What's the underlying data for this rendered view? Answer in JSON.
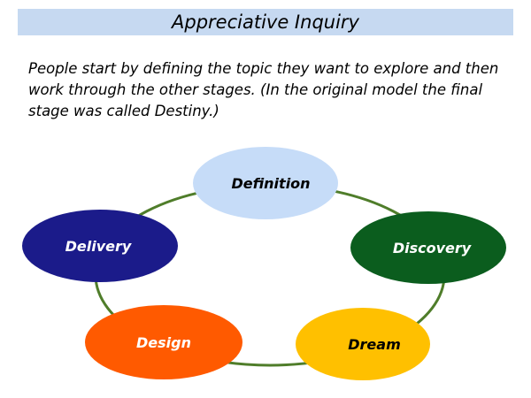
{
  "title": "Appreciative Inquiry",
  "intro_lines": [
    "People start by defining the topic they want to explore and then",
    "work through the other stages. (In the original model the final",
    "stage was called Destiny.)"
  ],
  "cycle": {
    "ring_color": "#4f7d2a",
    "stages": [
      {
        "label": "Definition",
        "fill": "#c6dcf8",
        "text_color": "#000000"
      },
      {
        "label": "Discovery",
        "fill": "#0b5d1e",
        "text_color": "#ffffff"
      },
      {
        "label": "Dream",
        "fill": "#ffc000",
        "text_color": "#000000"
      },
      {
        "label": "Design",
        "fill": "#ff5a00",
        "text_color": "#ffffff"
      },
      {
        "label": "Delivery",
        "fill": "#1b1b8a",
        "text_color": "#ffffff"
      }
    ]
  }
}
